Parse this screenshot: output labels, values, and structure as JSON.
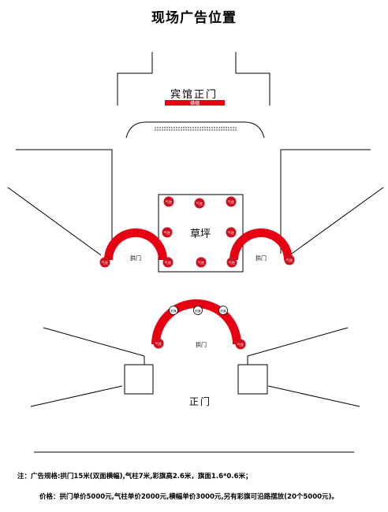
{
  "title": "现场广告位置",
  "labels": {
    "hotel_gate": "宾馆正门",
    "banner": "横幅",
    "lawn": "草坪",
    "arch": "拱门",
    "main_gate": "正门",
    "pillar": "气柱",
    "flag": "彩旗"
  },
  "notes": {
    "spec": "注：广告规格:拱门15米(双面横幅),气柱7米,彩旗高2.6米，旗面1.6*0.6米；",
    "price": "价格：拱门单价5000元,气柱单价2000元,横幅单价3000元,另有彩旗可沿路摆放(20个5000元)。"
  },
  "colors": {
    "accent": "#e60012",
    "line": "#000000"
  }
}
